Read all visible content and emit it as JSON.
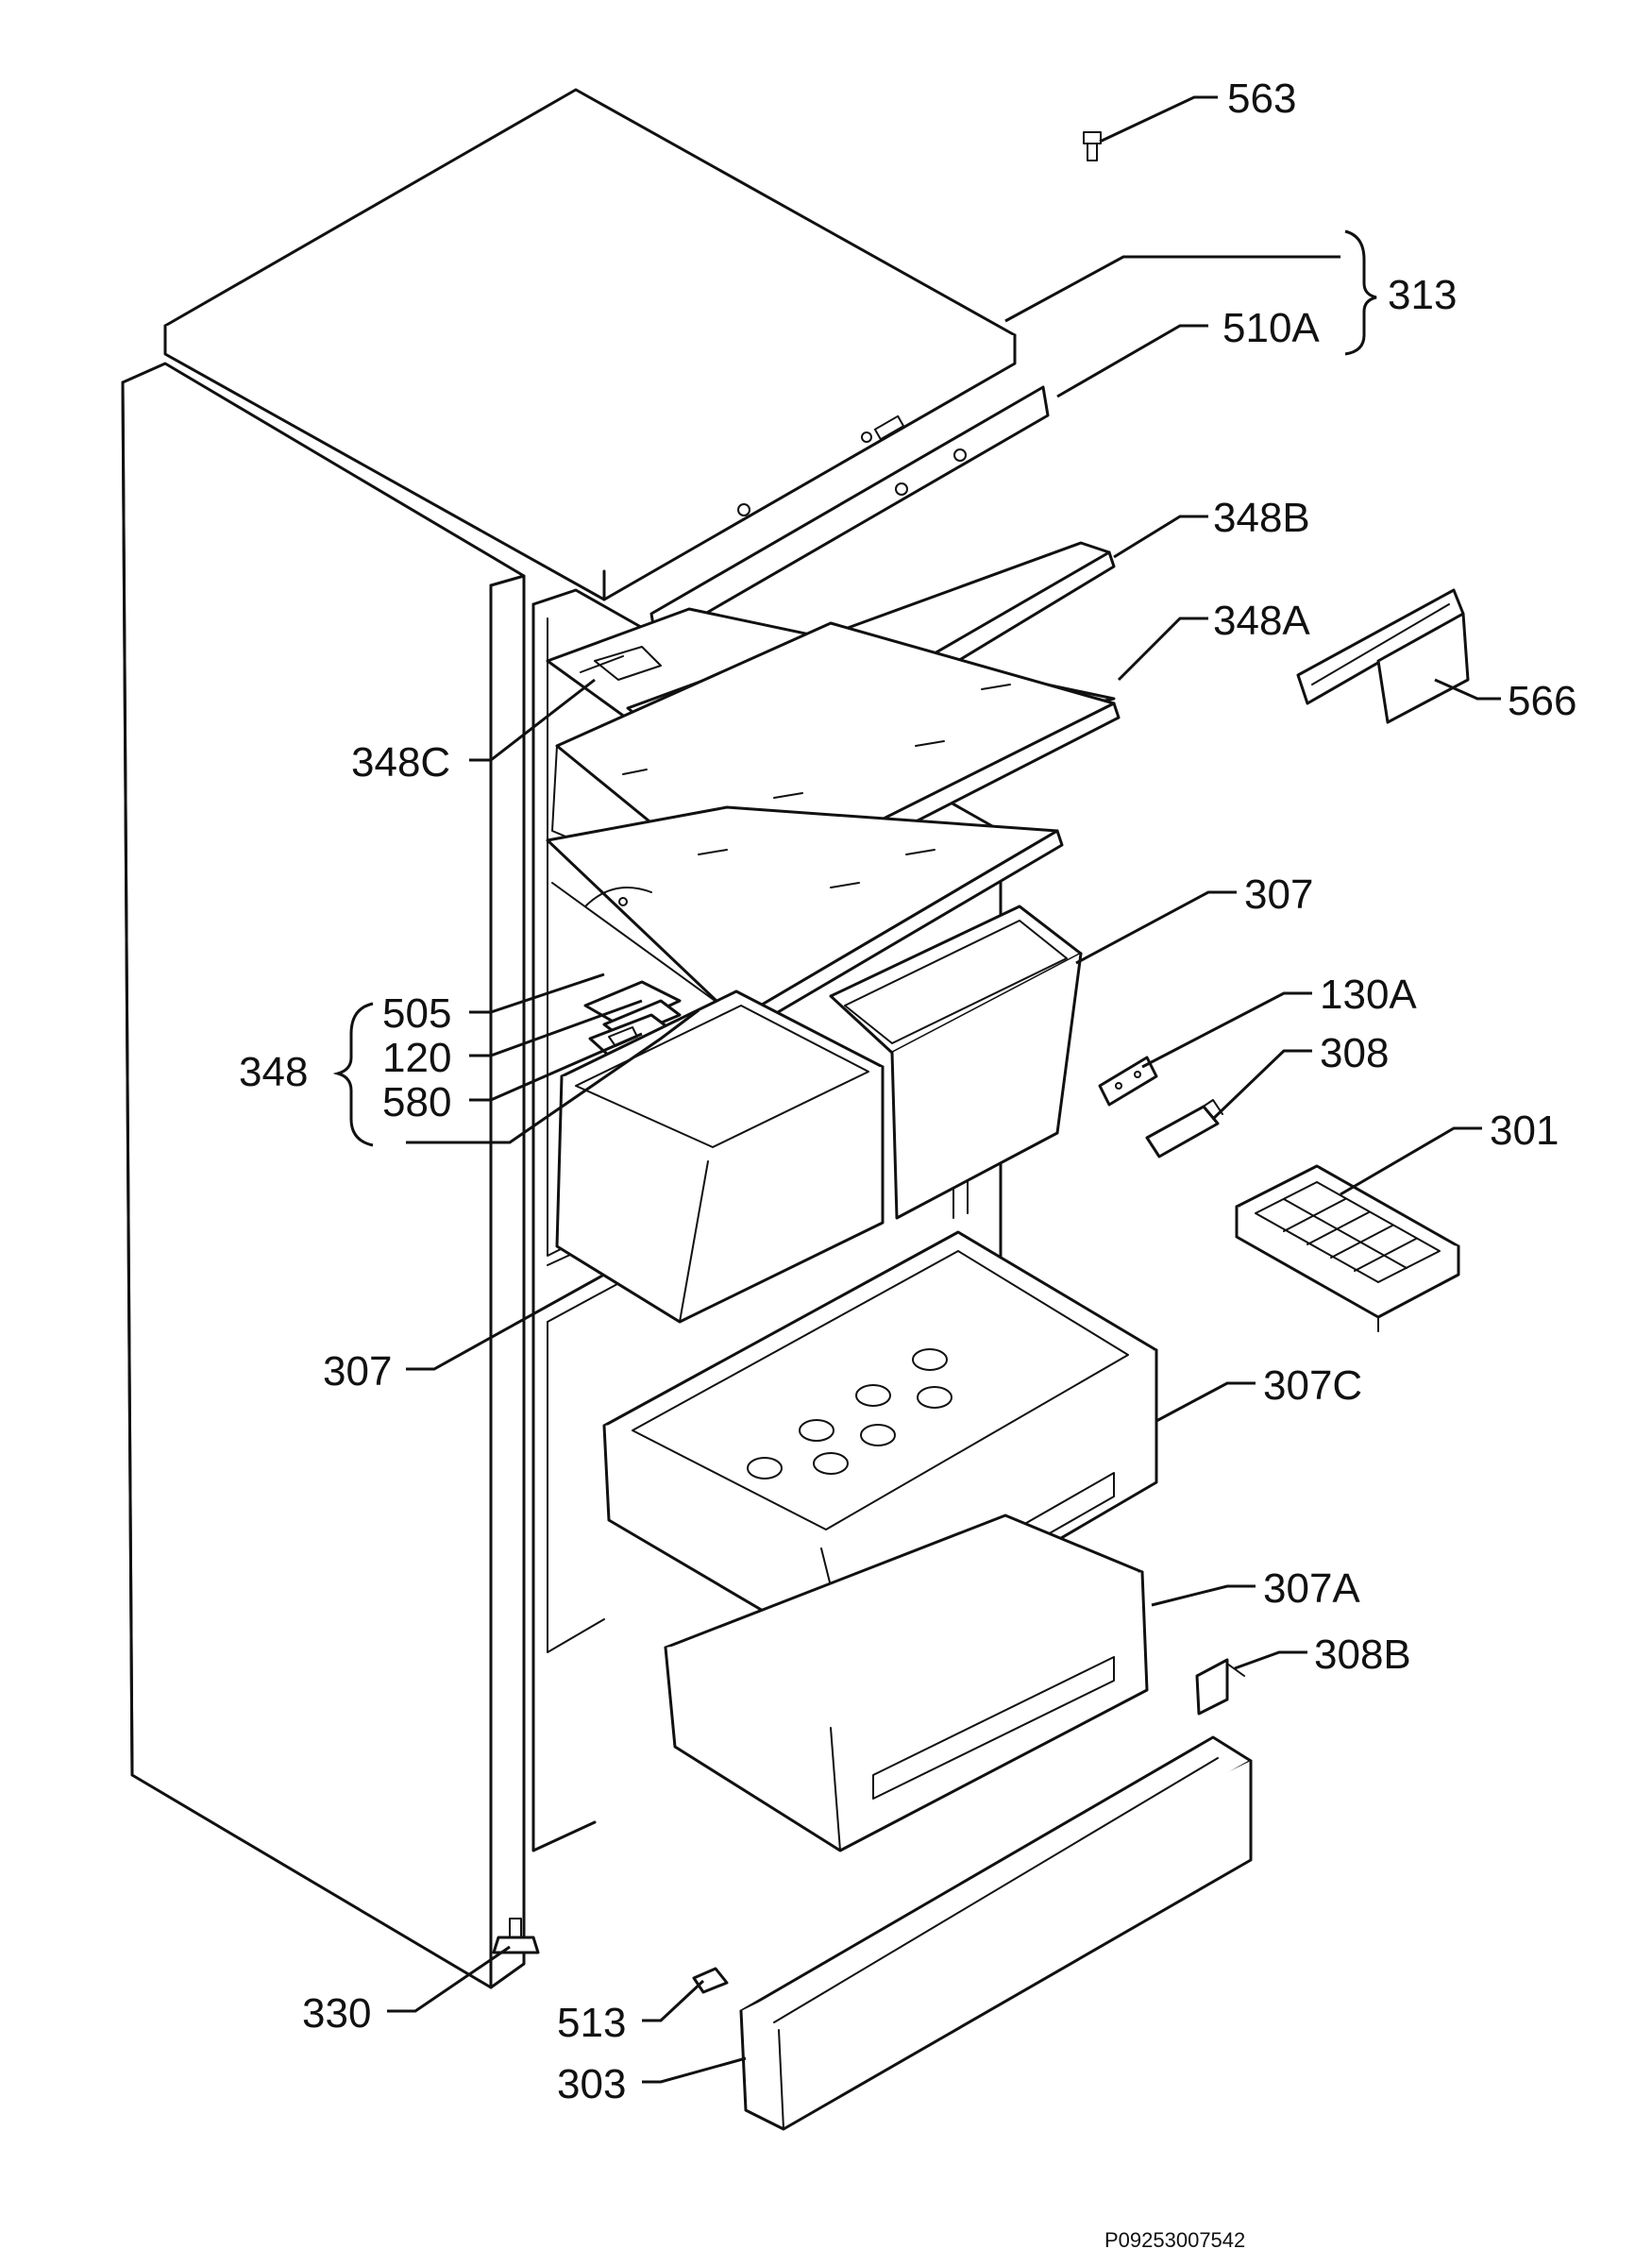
{
  "diagram": {
    "callouts": [
      {
        "id": "563",
        "label": "563"
      },
      {
        "id": "313",
        "label": "313"
      },
      {
        "id": "510a",
        "label": "510A"
      },
      {
        "id": "348b",
        "label": "348B"
      },
      {
        "id": "348a",
        "label": "348A"
      },
      {
        "id": "566",
        "label": "566"
      },
      {
        "id": "348c",
        "label": "348C"
      },
      {
        "id": "307-top",
        "label": "307"
      },
      {
        "id": "505",
        "label": "505"
      },
      {
        "id": "120",
        "label": "120"
      },
      {
        "id": "348",
        "label": "348"
      },
      {
        "id": "580",
        "label": "580"
      },
      {
        "id": "130a",
        "label": "130A"
      },
      {
        "id": "308",
        "label": "308"
      },
      {
        "id": "301",
        "label": "301"
      },
      {
        "id": "307-left",
        "label": "307"
      },
      {
        "id": "307c",
        "label": "307C"
      },
      {
        "id": "307a",
        "label": "307A"
      },
      {
        "id": "308b",
        "label": "308B"
      },
      {
        "id": "330",
        "label": "330"
      },
      {
        "id": "513",
        "label": "513"
      },
      {
        "id": "303",
        "label": "303"
      }
    ],
    "reference_code": "P09253007542"
  }
}
